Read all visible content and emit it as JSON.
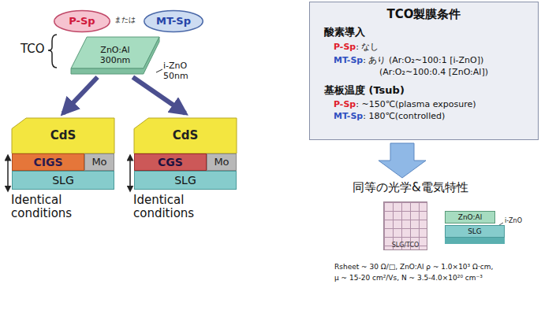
{
  "diagram": {
    "nodes": [
      {
        "text": [
          "P-Sp"
        ]
      },
      {
        "text": [
          "MT-Sp"
        ]
      },
      {
        "text": [
          "ZnO:Al 300nm"
        ]
      },
      {
        "text": [
          "CdS"
        ]
      },
      {
        "text": [
          "CIGS"
        ]
      },
      {
        "text": [
          "Mo"
        ]
      },
      {
        "text": [
          "SLG"
        ]
      },
      {
        "text": [
          "CdS"
        ]
      },
      {
        "text": [
          "CGS"
        ]
      },
      {
        "text": [
          "Mo"
        ]
      },
      {
        "text": [
          "SLG"
        ]
      },
      {
        "text": [
          "TCO製膜条件",
          "酸素導入",
          "P-Sp",
          ": なし",
          "MT-Sp",
          ": あり (Ar:O₂~100:1 [i-ZnO])",
          "(Ar:O₂~100:0.4 [ZnO:Al])",
          "基板温度 (Tsub)",
          "P-Sp",
          ": ~150℃(plasma exposure)",
          "MT-Sp",
          ": 180℃(controlled)"
        ]
      },
      {
        "text": [
          "SLG/TCO"
        ]
      },
      {
        "text": [
          "ZnO:Al"
        ]
      },
      {
        "text": [
          "SLG"
        ]
      }
    ],
    "edges": [
      {
        "from": 2,
        "to": 3,
        "arrow": "to"
      },
      {
        "from": 2,
        "to": 7,
        "arrow": "to"
      }
    ],
    "labels": [
      "または",
      "TCO",
      "i-ZnO 50nm",
      "Identical conditions",
      "Identical conditions",
      "同等の光学&電気特性",
      "i-ZnO",
      "Rsheet ~ 30 Ω/□, ZnO:Al ρ ~ 1.0×10³ Ω·cm,",
      "μ ~ 15-20 cm²/Vs, N ~ 3.5-4.0×10²⁰ cm⁻³"
    ]
  }
}
